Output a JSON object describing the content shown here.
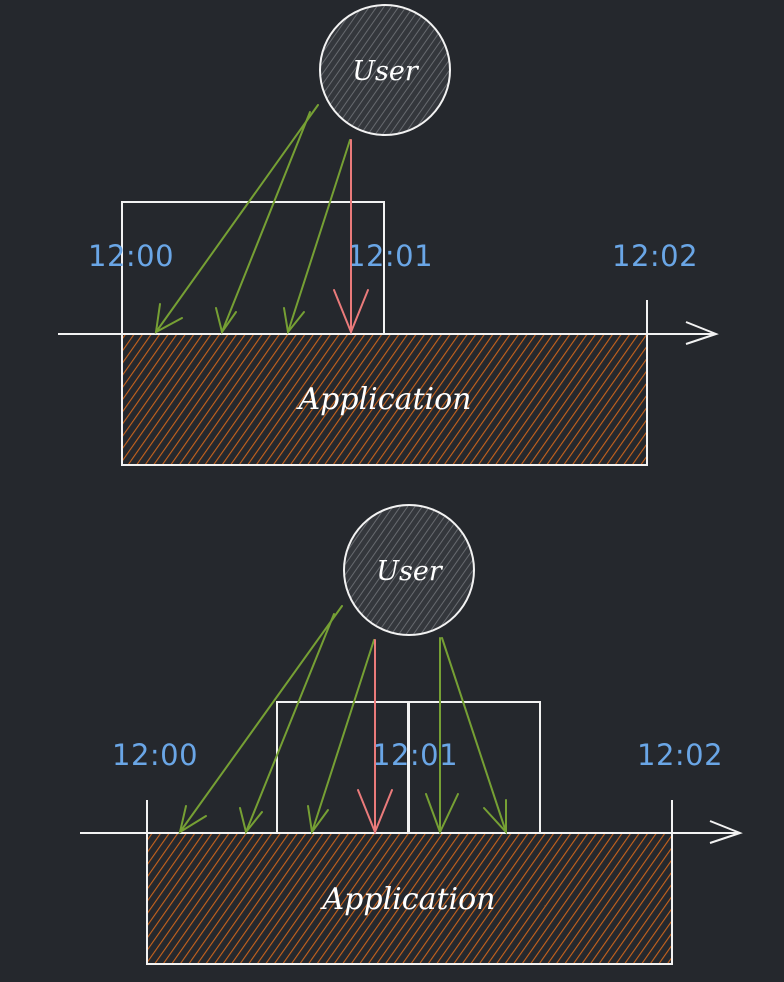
{
  "colors": {
    "background": "#25282d",
    "time_label": "#6aa6e6",
    "request_arrow": "#76a034",
    "rejected_arrow": "#ea7b7b",
    "application_fill": "#c7631d",
    "outline": "#f2f2f2",
    "user_fill": "#5c5f63"
  },
  "diagrams": [
    {
      "user_label": "User",
      "application_label": "Application",
      "time_labels": [
        "12:00",
        "12:01",
        "12:02"
      ],
      "window_count": 1,
      "request_count": 3,
      "rejected_count": 1
    },
    {
      "user_label": "User",
      "application_label": "Application",
      "time_labels": [
        "12:00",
        "12:01",
        "12:02"
      ],
      "window_count": 2,
      "request_count": 5,
      "rejected_count": 1
    }
  ]
}
